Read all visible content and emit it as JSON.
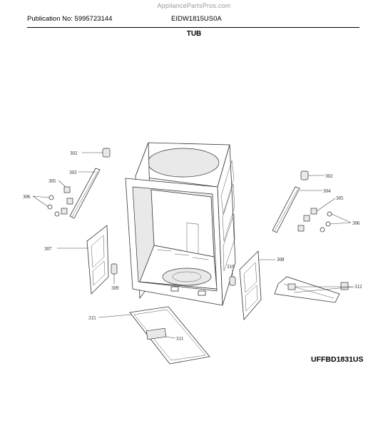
{
  "header": {
    "watermark": "AppliancePartsPros.com",
    "publication": "Publication No: 5995723144",
    "model": "EIDW1815US0A",
    "section_title": "TUB"
  },
  "footer": {
    "diagram_ref": "UFFBD1831US"
  },
  "callouts": {
    "c302a": "302",
    "c302b": "302",
    "c303": "303",
    "c304": "304",
    "c305a": "305",
    "c305b": "305",
    "c306a": "306",
    "c306b": "306",
    "c307": "307",
    "c308": "308",
    "c309": "309",
    "c310": "310",
    "c311": "311",
    "c312": "312",
    "c315": "315"
  }
}
